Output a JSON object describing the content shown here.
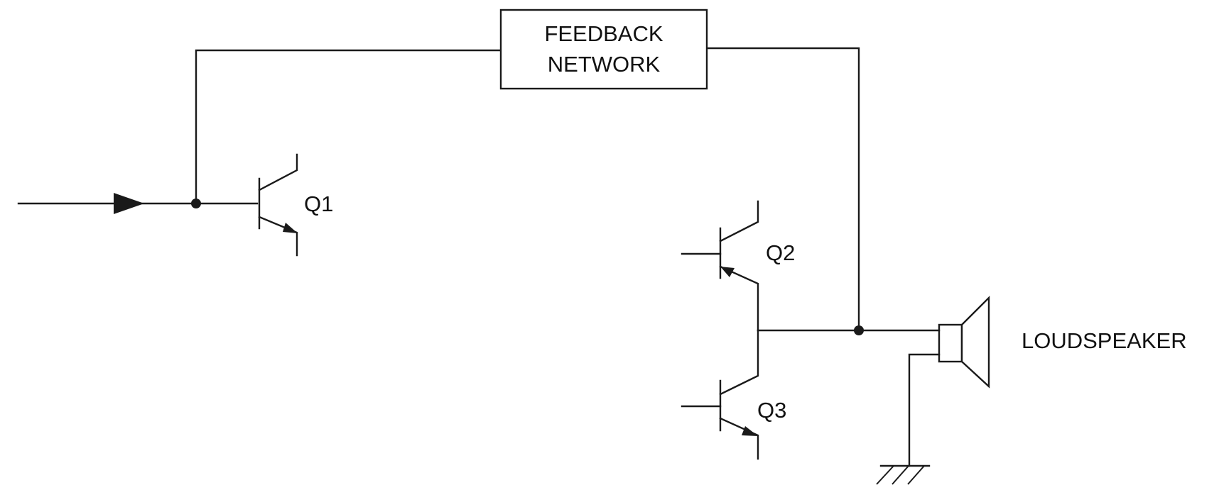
{
  "feedback_network": {
    "line1": "FEEDBACK",
    "line2": "NETWORK"
  },
  "transistors": {
    "q1": "Q1",
    "q2": "Q2",
    "q3": "Q3"
  },
  "loudspeaker": {
    "label": "LOUDSPEAKER"
  },
  "colors": {
    "ink": "#1a1a1a",
    "background": "#ffffff"
  }
}
